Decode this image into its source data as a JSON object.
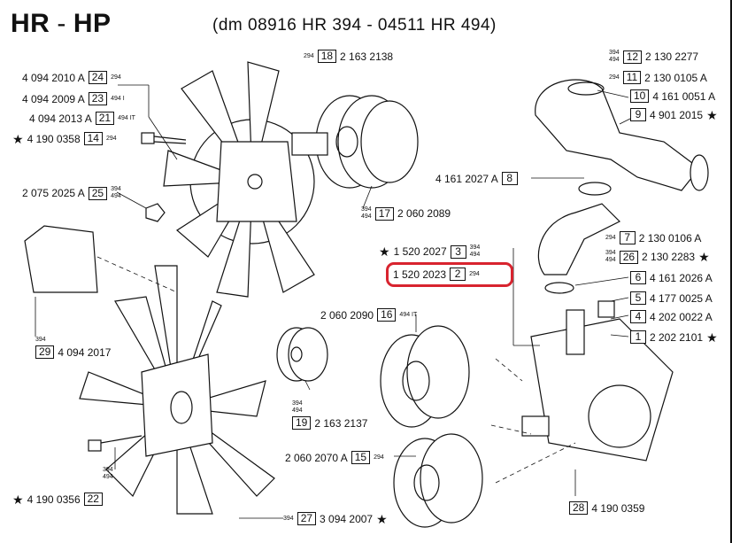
{
  "header": {
    "title_a": "HR",
    "title_sep": "-",
    "title_b": "HP",
    "subtitle": "(dm 08916 HR 394 - 04511 HR 494)"
  },
  "labels": {
    "l18": {
      "code": "294",
      "ref": "18",
      "part": "2 163 2138"
    },
    "l24": {
      "part": "4 094 2010 A",
      "ref": "24",
      "code": "294"
    },
    "l23": {
      "part": "4 094 2009 A",
      "ref": "23",
      "code": "494 I"
    },
    "l21": {
      "part": "4 094 2013 A",
      "ref": "21",
      "code": "494 IT"
    },
    "l14": {
      "star": "★",
      "part": "4 190 0358",
      "ref": "14",
      "code": "294"
    },
    "l25": {
      "part": "2 075 2025 A",
      "ref": "25",
      "code_a": "394",
      "code_b": "494"
    },
    "l17": {
      "code_a": "394",
      "code_b": "494",
      "ref": "17",
      "part": "2 060 2089"
    },
    "l29": {
      "code": "394",
      "ref": "29",
      "part": "4 094 2017"
    },
    "l12": {
      "code_a": "394",
      "code_b": "494",
      "ref": "12",
      "part": "2 130 2277"
    },
    "l11": {
      "code": "294",
      "ref": "11",
      "part": "2 130 0105 A"
    },
    "l10": {
      "ref": "10",
      "part": "4 161 0051 A"
    },
    "l9": {
      "ref": "9",
      "part": "4 901 2015",
      "star": "★"
    },
    "l8": {
      "part": "4 161 2027 A",
      "ref": "8"
    },
    "l7": {
      "code": "294",
      "ref": "7",
      "part": "2 130 0106 A"
    },
    "l26": {
      "code_a": "394",
      "code_b": "494",
      "ref": "26",
      "part": "2 130 2283",
      "star": "★"
    },
    "l3": {
      "star": "★",
      "part": "1 520 2027",
      "ref": "3",
      "code_a": "394",
      "code_b": "494"
    },
    "l2": {
      "part": "1 520 2023",
      "ref": "2",
      "code": "294"
    },
    "l6": {
      "ref": "6",
      "part": "4 161 2026 A"
    },
    "l5": {
      "ref": "5",
      "part": "4 177 0025 A"
    },
    "l4": {
      "ref": "4",
      "part": "4 202 0022 A"
    },
    "l1": {
      "ref": "1",
      "part": "2 202 2101",
      "star": "★"
    },
    "l16": {
      "part": "2 060 2090",
      "ref": "16",
      "code": "494 IT"
    },
    "l19": {
      "code_a": "394",
      "code_b": "494",
      "ref": "19",
      "part": "2 163 2137"
    },
    "l15": {
      "part": "2 060 2070 A",
      "ref": "15",
      "code": "294"
    },
    "l22": {
      "code_a": "394",
      "code_b": "494",
      "star": "★",
      "part": "4 190 0356",
      "ref": "22"
    },
    "l27": {
      "code": "394",
      "ref": "27",
      "part": "3 094 2007",
      "star": "★"
    },
    "l28": {
      "ref": "28",
      "part": "4 190 0359"
    }
  },
  "colors": {
    "highlight": "#d8242f",
    "ink": "#111111"
  }
}
